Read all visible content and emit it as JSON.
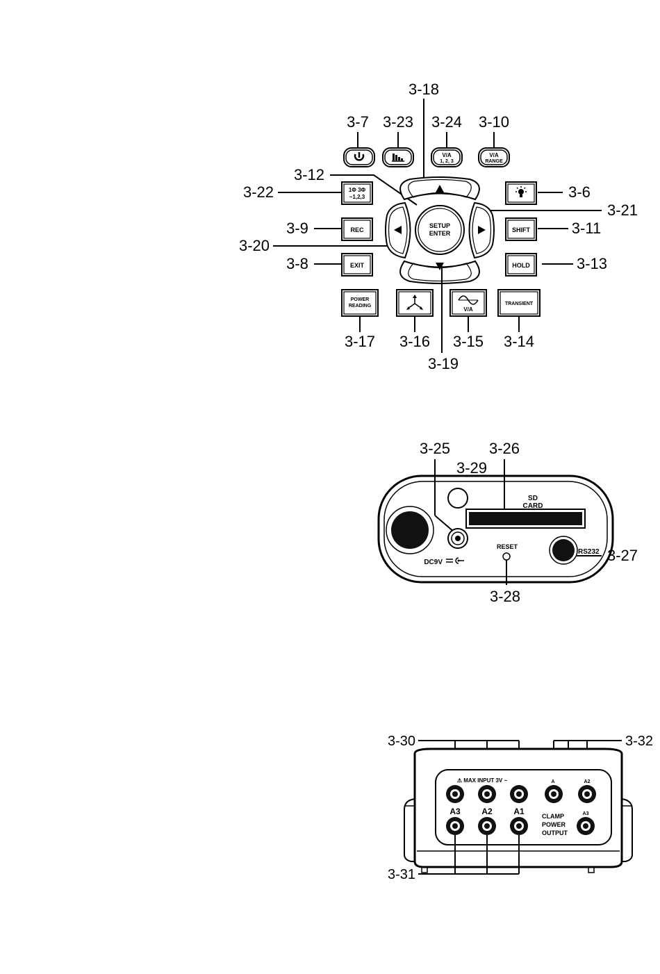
{
  "keypad": {
    "callouts": {
      "c3_18": "3-18",
      "c3_7": "3-7",
      "c3_23": "3-23",
      "c3_24": "3-24",
      "c3_10": "3-10",
      "c3_12": "3-12",
      "c3_22": "3-22",
      "c3_6": "3-6",
      "c3_21": "3-21",
      "c3_9": "3-9",
      "c3_11": "3-11",
      "c3_20": "3-20",
      "c3_8": "3-8",
      "c3_13": "3-13",
      "c3_17": "3-17",
      "c3_16": "3-16",
      "c3_15": "3-15",
      "c3_14": "3-14",
      "c3_19": "3-19"
    },
    "keys": {
      "va123_top": "V/A",
      "va123_bottom": "1, 2, 3",
      "varange_top": "V/A",
      "varange_bottom": "RANGE",
      "phase_top": "1Φ 3Φ",
      "phase_bottom": "~1,2,3",
      "setup_top": "SETUP",
      "setup_bottom": "ENTER",
      "rec": "REC",
      "shift": "SHIFT",
      "exit": "EXIT",
      "hold": "HOLD",
      "power_top": "POWER",
      "power_bottom": "READING",
      "wave_label": "V/A",
      "transient": "TRANSIENT"
    }
  },
  "side_panel": {
    "callouts": {
      "c3_25": "3-25",
      "c3_26": "3-26",
      "c3_29": "3-29",
      "c3_27": "3-27",
      "c3_28": "3-28"
    },
    "sd_line1": "SD",
    "sd_line2": "CARD",
    "reset": "RESET",
    "rs232": "RS232",
    "dc9v": "DC9V"
  },
  "input_panel": {
    "callouts": {
      "c3_30": "3-30",
      "c3_32": "3-32",
      "c3_31": "3-31"
    },
    "max_input": "⚠ MAX INPUT 3V ~",
    "top_right_a": "A",
    "top_right_a2": "A2",
    "a3": "A3",
    "a2": "A2",
    "a1": "A1",
    "a3_small": "A3",
    "clamp_line1": "CLAMP",
    "clamp_line2": "POWER",
    "clamp_line3": "OUTPUT"
  }
}
